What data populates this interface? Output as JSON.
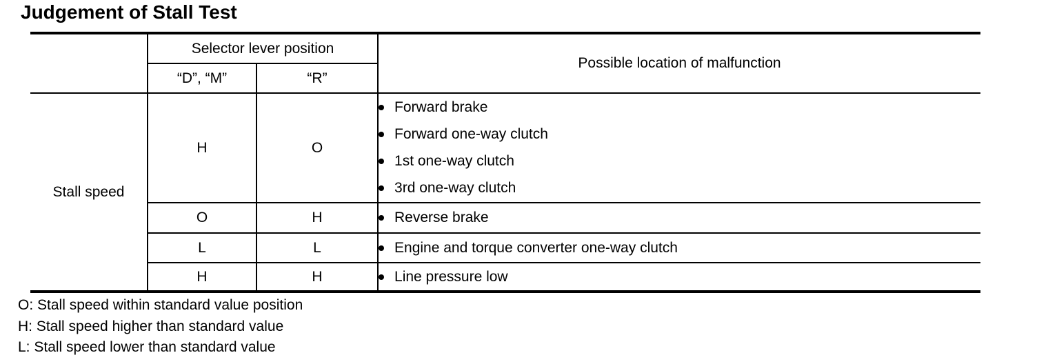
{
  "page": {
    "title": "Judgement of Stall Test"
  },
  "table": {
    "header": {
      "selector_group_label": "Selector lever position",
      "col_dm_label": "“D”, “M”",
      "col_r_label": "“R”",
      "malfunction_label": "Possible location of malfunction"
    },
    "row_label": "Stall speed",
    "rows": [
      {
        "dm": "H",
        "r": "O",
        "causes": [
          "Forward brake",
          "Forward one-way clutch",
          "1st one-way clutch",
          "3rd one-way clutch"
        ]
      },
      {
        "dm": "O",
        "r": "H",
        "causes": [
          "Reverse brake"
        ]
      },
      {
        "dm": "L",
        "r": "L",
        "causes": [
          "Engine and torque converter one-way clutch"
        ]
      },
      {
        "dm": "H",
        "r": "H",
        "causes": [
          "Line pressure low"
        ]
      }
    ]
  },
  "legend": [
    "O: Stall speed within standard value position",
    "H: Stall speed higher than standard value",
    "L: Stall speed lower than standard value"
  ],
  "colors": {
    "text": "#000000",
    "background": "#ffffff",
    "border": "#000000"
  }
}
